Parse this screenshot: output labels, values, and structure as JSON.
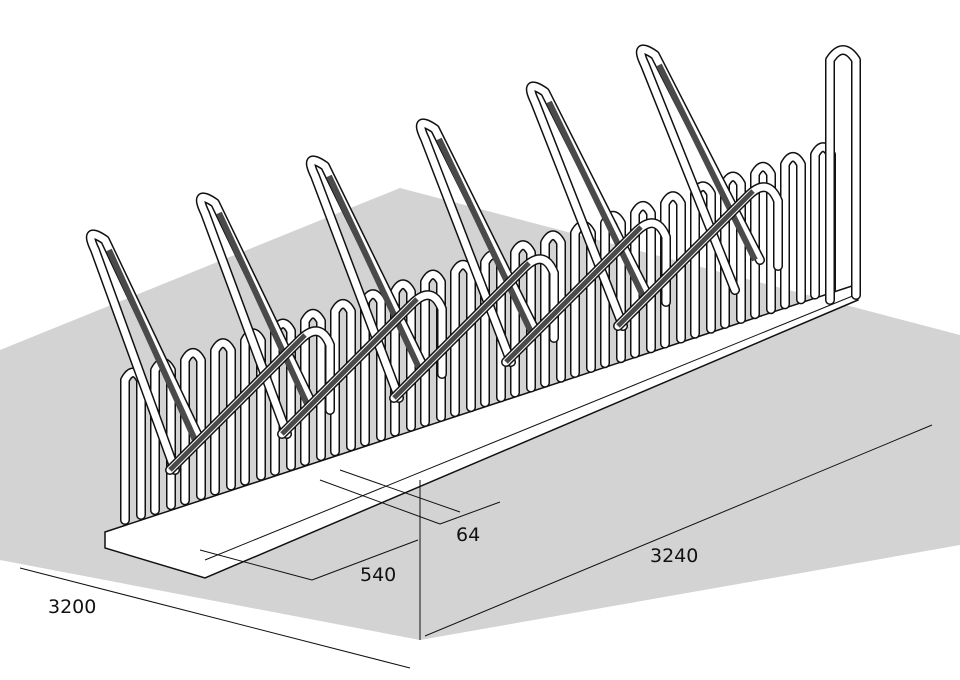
{
  "dimensions": {
    "slot_gap": "64",
    "slot_pitch": "540",
    "total_length": "3240",
    "total_depth": "3200"
  },
  "colors": {
    "floor": "#d3d3d3",
    "tube": "#ffffff",
    "outline": "#111111",
    "dark_bar": "#4a4a4a"
  }
}
